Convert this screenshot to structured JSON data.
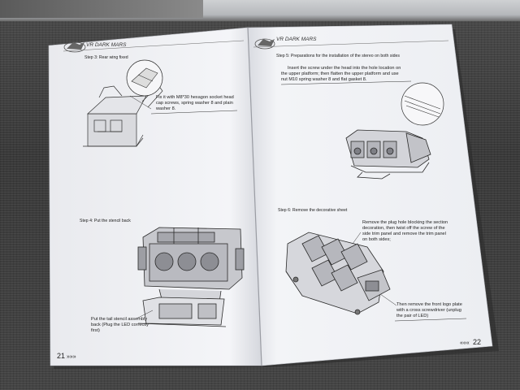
{
  "left_page": {
    "brand": "VR DARK MARS",
    "step3_title": "Step 3: Rear wing fixed",
    "step3_lines": [
      "Fix it with M8*30 hexagon socket head",
      "cap screws, spring washer 8 and plain",
      "washer 8."
    ],
    "step4_title": "Step 4: Put the stencil back",
    "step4_lines": [
      "Put the tail stencil assembly",
      "back (Plug the LED correctly",
      "first)"
    ],
    "page_number": "21",
    "page_arrows": "»»»"
  },
  "right_page": {
    "brand": "VR DARK MARS",
    "step5_title": "Step 5: Preparations for the installation of the stereo on both sides",
    "step5_lines": [
      "Insert the screw under the head into the hole location on",
      "the upper platform; then flatten the upper platform and use",
      "nut M10 spring washer 8 and flat gasket 8."
    ],
    "step6_title": "Step 6: Remove the decorative sheet",
    "step6a_lines": [
      "Remove the plug hole blocking the section",
      "decoration, then twist off the screw of the",
      "side trim panel and remove the trim panel",
      "on both sides;"
    ],
    "step6b_lines": [
      "Then remove the front logo plate",
      "with a cross screwdriver (unplug",
      "the pair of LED)"
    ],
    "page_number": "22",
    "page_arrows": "«««"
  },
  "colors": {
    "paper": "#f2f3f6",
    "paper_shadow": "#c9ccd3",
    "table": "#414141",
    "ink": "#222222"
  }
}
